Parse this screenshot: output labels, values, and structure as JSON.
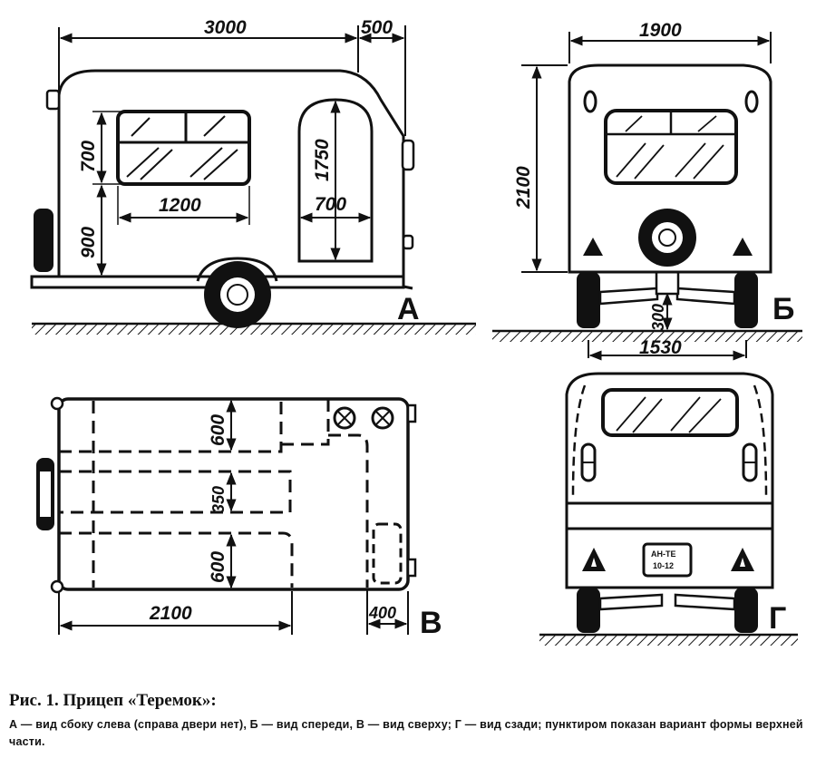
{
  "side_view": {
    "panel_label": "А",
    "dims": {
      "length": "3000",
      "drawbar": "500",
      "window_height": "700",
      "window_sill": "900",
      "window_width": "1200",
      "door_height": "1750",
      "door_width": "700"
    }
  },
  "front_view": {
    "panel_label": "Б",
    "dims": {
      "width": "1900",
      "height": "2100",
      "clearance": "300",
      "track": "1530"
    }
  },
  "top_view": {
    "panel_label": "В",
    "dims": {
      "bunk_top": "600",
      "aisle": "350",
      "bunk_bottom": "600",
      "length": "2100",
      "drawbar": "400"
    }
  },
  "rear_view": {
    "panel_label": "Г",
    "plate_line1": "АН-ТЕ",
    "plate_line2": "10-12"
  },
  "caption": {
    "title": "Рис. 1. Прицеп «Теремок»:",
    "text": "А — вид сбоку слева (справа двери нет), Б — вид спереди, В — вид сверху; Г — вид сзади; пунктиром показан вариант формы верхней части."
  }
}
